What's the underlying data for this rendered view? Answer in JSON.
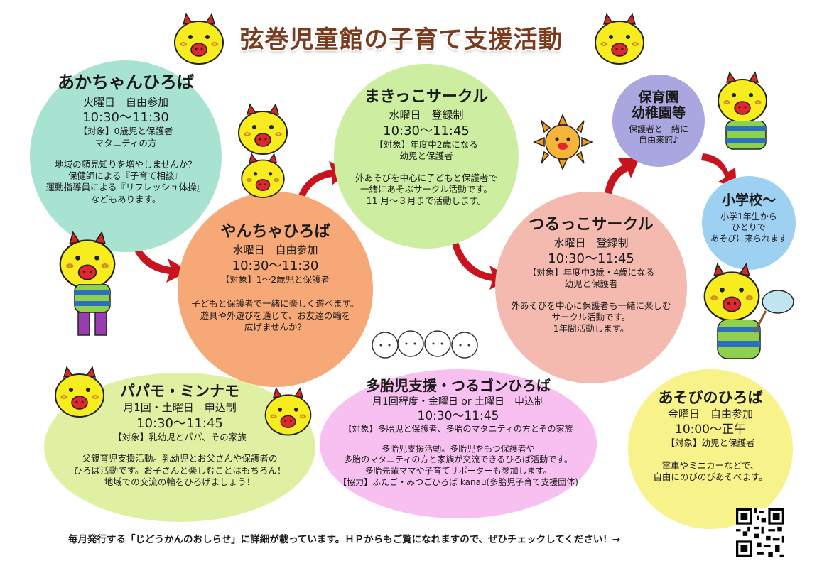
{
  "title": "弦巻児童館の子育て支援活動",
  "akachan": {
    "name": "あかちゃんひろば",
    "schedule": "火曜日　自由参加",
    "time": "10:30〜11:30",
    "target": "【対象】0歳児と保護者",
    "target2": "マタニティの方",
    "desc": [
      "地域の顔見知りを増やしませんか？",
      "保健師による『子育て相談』",
      "運動指導員による『リフレッシュ体操』",
      "などもあります。"
    ]
  },
  "yancha": {
    "name": "やんちゃひろば",
    "schedule": "水曜日　自由参加",
    "time": "10:30〜11:30",
    "target": "【対象】1〜2歳児と保護者",
    "desc": [
      "子どもと保護者で一緒に楽しく遊べます。",
      "遊具や外遊びを通じて、お友達の輪を",
      "広げませんか？"
    ]
  },
  "makikko": {
    "name": "まきっこサークル",
    "schedule": "水曜日　登録制",
    "time": "10:30〜11:45",
    "target": "【対象】年度中2歳になる",
    "target2": "幼児と保護者",
    "desc": [
      "外あそびを中心に子どもと保護者で",
      "一緒にあそぶサークル活動です。",
      "11 月〜３月まで活動します。"
    ]
  },
  "tsurukko": {
    "name": "つるっこサークル",
    "schedule": "水曜日　登録制",
    "time": "10:30〜11:45",
    "target": "【対象】年度中3歳・4歳になる",
    "target2": "幼児と保護者",
    "desc": [
      "外あそびを中心に保護者も一緒に楽しむ",
      "サークル活動です。",
      "1年間活動します。"
    ]
  },
  "hoiku": {
    "name1": "保育園",
    "name2": "幼稚園等",
    "desc": [
      "保護者と一緒に",
      "自由来館♪"
    ]
  },
  "shougakkou": {
    "name": "小学校〜",
    "desc": [
      "小学1年生から",
      "ひとりで",
      "あそびに来られます"
    ]
  },
  "papamo": {
    "name": "パパモ・ミンナモ",
    "schedule": "月1回・土曜日　申込制",
    "time": "10:30〜11:45",
    "target": "【対象】乳幼児とパパ、その家族",
    "desc": [
      "父親育児支援活動。乳幼児とお父さんや保護者の",
      "ひろば活動です。お子さんと楽しむことはもちろん！",
      "地域での交流の輪をひろげましょう！"
    ]
  },
  "tatai": {
    "name": "多胎児支援・つるゴンひろば",
    "schedule": "月1回程度・金曜日 or 土曜日　申込制",
    "time": "10:30〜11:45",
    "target": "【対象】多胎児と保護者、多胎のマタニティの方とその家族",
    "desc": [
      "多胎児支援活動。多胎児をもつ保護者や",
      "多胎のマタニティの方と家族が交流できるひろば活動です。",
      "多胎先輩ママや子育てサポーターも参加します。"
    ],
    "cooperation": "【協力】ふたご・みつごひろば kanau(多胎児子育て支援団体)"
  },
  "asobi": {
    "name": "あそびのひろば",
    "schedule": "金曜日　自由参加",
    "time": "10:00〜正午",
    "target": "【対象】幼児と保護者",
    "desc": [
      "電車やミニカーなどで、",
      "自由にのびのびあそべます。"
    ]
  },
  "footer": "毎月発行する「じどうかんのおしらせ」に詳細が載っています。ＨＰからもご覧になれますので、ぜひチェックしてください！→",
  "colors": {
    "title": "#7a3b1e",
    "arrow": "#c8141e",
    "mascot": "#f7ec1e",
    "stripe_blue": "#2a6fc0",
    "stripe_green": "#8fd14f"
  },
  "icons": [
    "mascot-dragon-icon",
    "sun-icon",
    "arrow-icon",
    "qr-code-icon"
  ]
}
